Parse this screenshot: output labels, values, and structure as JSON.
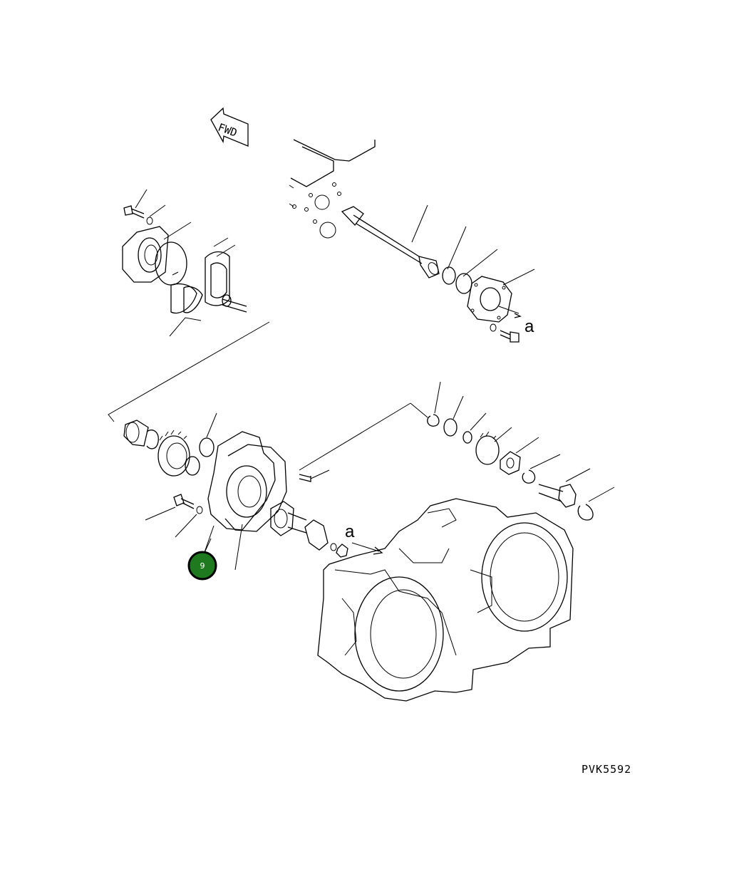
{
  "diagram": {
    "direction_label": "FWD",
    "reference_letters": [
      "a",
      "a"
    ],
    "drawing_code": "PVK5592",
    "highlight_callout": {
      "label": "9",
      "color": "#1f7a1f"
    }
  }
}
